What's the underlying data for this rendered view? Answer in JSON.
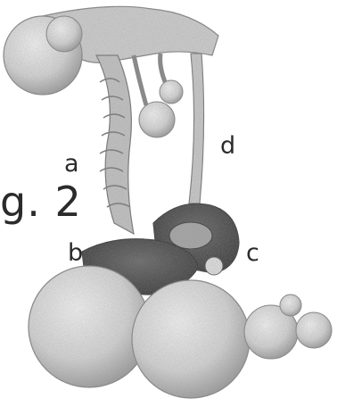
{
  "figure": {
    "caption": "g. 2",
    "labels": {
      "a": "a",
      "b": "b",
      "c": "c",
      "d": "d"
    }
  }
}
